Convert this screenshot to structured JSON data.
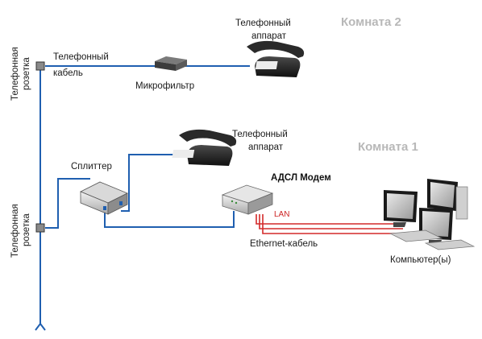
{
  "rooms": {
    "room2": "Комната 2",
    "room1": "Комната 1"
  },
  "wall_sockets": {
    "top_line1": "Телефонная",
    "top_line2": "розетка",
    "bottom_line1": "Телефонная",
    "bottom_line2": "розетка"
  },
  "labels": {
    "phone_cable_line1": "Телефонный",
    "phone_cable_line2": "кабель",
    "microfilter": "Микрофильтр",
    "phone_top_line1": "Телефонный",
    "phone_top_line2": "аппарат",
    "phone_mid_line1": "Телефонный",
    "phone_mid_line2": "аппарат",
    "splitter": "Сплиттер",
    "modem": "АДСЛ Модем",
    "lan": "LAN",
    "ethernet_cable": "Ethernet-кабель",
    "computers": "Компьютер(ы)"
  },
  "colors": {
    "phone_line": "#1f5fb0",
    "ethernet_line": "#d42a2a",
    "room_label": "#b8b8b8"
  },
  "icons": [
    "telephone-icon",
    "microfilter-icon",
    "splitter-icon",
    "modem-icon",
    "computer-icon",
    "wall-socket-icon"
  ]
}
